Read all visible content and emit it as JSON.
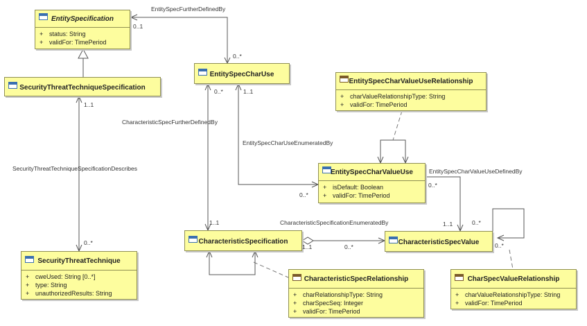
{
  "classes": {
    "entity_specification": {
      "name": "EntitySpecification",
      "attributes": [
        {
          "vis": "+",
          "text": "status: String"
        },
        {
          "vis": "+",
          "text": "validFor: TimePeriod"
        }
      ]
    },
    "security_threat_technique_specification": {
      "name": "SecurityThreatTechniqueSpecification",
      "attributes": []
    },
    "entity_spec_char_use": {
      "name": "EntitySpecCharUse",
      "attributes": []
    },
    "entity_spec_char_value_use_relationship": {
      "name": "EntitySpecCharValueUseRelationship",
      "attributes": [
        {
          "vis": "+",
          "text": "charValueRelationshipType: String"
        },
        {
          "vis": "+",
          "text": "validFor: TimePeriod"
        }
      ]
    },
    "entity_spec_char_value_use": {
      "name": "EntitySpecCharValueUse",
      "attributes": [
        {
          "vis": "+",
          "text": "isDefault: Boolean"
        },
        {
          "vis": "+",
          "text": "validFor: TimePeriod"
        }
      ]
    },
    "characteristic_specification": {
      "name": "CharacteristicSpecification",
      "attributes": []
    },
    "characteristic_spec_value": {
      "name": "CharacteristicSpecValue",
      "attributes": []
    },
    "security_threat_technique": {
      "name": "SecurityThreatTechnique",
      "attributes": [
        {
          "vis": "+",
          "text": "cweUsed: String [0..*]"
        },
        {
          "vis": "+",
          "text": "type: String"
        },
        {
          "vis": "+",
          "text": "unauthorizedResults: String"
        }
      ]
    },
    "characteristic_spec_relationship": {
      "name": "CharacteristicSpecRelationship",
      "attributes": [
        {
          "vis": "+",
          "text": "charRelationshipType: String"
        },
        {
          "vis": "+",
          "text": "charSpecSeq: Integer"
        },
        {
          "vis": "+",
          "text": "validFor: TimePeriod"
        }
      ]
    },
    "char_spec_value_relationship": {
      "name": "CharSpecValueRelationship",
      "attributes": [
        {
          "vis": "+",
          "text": "charValueRelationshipType: String"
        },
        {
          "vis": "+",
          "text": "validFor: TimePeriod"
        }
      ]
    }
  },
  "associations": {
    "entity_spec_further_defined_by": "EntitySpecFurtherDefinedBy",
    "characteristic_spec_further_defined_by": "CharacteristicSpecFurtherDefinedBy",
    "entity_spec_char_use_enumerated_by": "EntitySpecCharUseEnumeratedBy",
    "entity_spec_char_value_use_defined_by": "EntitySpecCharValueUseDefinedBy",
    "security_threat_technique_specification_describes": "SecurityThreatTechniqueSpecificationDescribes",
    "characteristic_specification_enumerated_by": "CharacteristicSpecificationEnumeratedBy"
  },
  "multiplicities": {
    "esfdb_source": "0..1",
    "esfdb_target": "0..*",
    "stts_to_st": "1..1",
    "st_from_stts": "0..*",
    "escu_left_top": "0..*",
    "escu_right_top": "1..1",
    "cs_top": "1..1",
    "escvu_left": "0..*",
    "escvu_right": "0..*",
    "csv_top": "1..1",
    "cs_enum_source": "1..1",
    "cs_enum_target": "0..*",
    "csv_self_top": "0..*",
    "csv_self_bottom": "0..*"
  }
}
